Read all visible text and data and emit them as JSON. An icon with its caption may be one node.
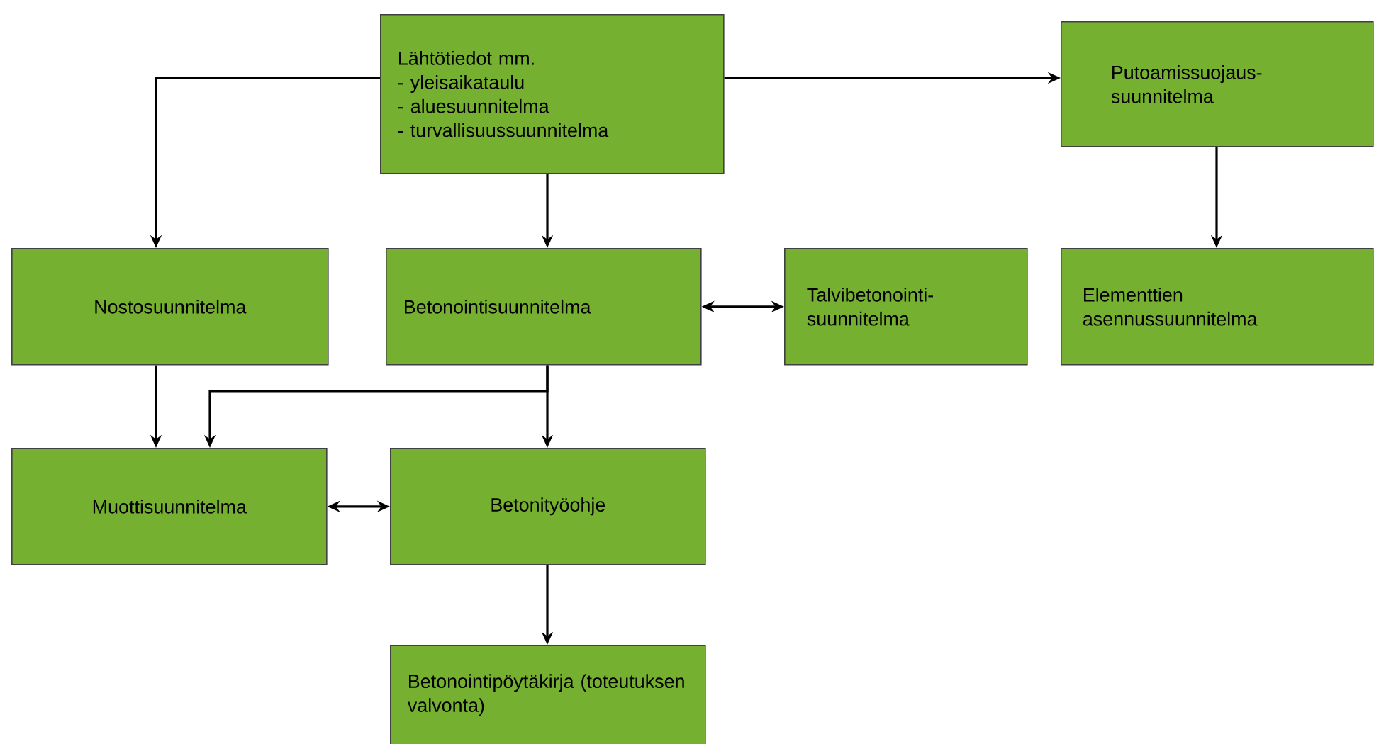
{
  "diagram": {
    "nodes": [
      {
        "text": [
          "Lähtötiedot mm.",
          "- yleisaikataulu",
          "- aluesuunnitelma",
          "- turvallisuussuunnitelma"
        ]
      },
      {
        "text": [
          "Putoamissuojaus-suunnitelma"
        ]
      },
      {
        "text": [
          "Nostosuunnitelma"
        ]
      },
      {
        "text": [
          "Betonointisuunnitelma"
        ]
      },
      {
        "text": [
          "Talvibetonointi-suunnitelma"
        ]
      },
      {
        "text": [
          "Elementtien asennussuunnitelma"
        ]
      },
      {
        "text": [
          "Muottisuunnitelma"
        ]
      },
      {
        "text": [
          "Betonityöohje"
        ]
      },
      {
        "text": [
          "Betonointipöytäkirja (toteutuksen valvonta)"
        ]
      }
    ],
    "edges": [
      {
        "from": 0,
        "to": 2,
        "arrow": "to"
      },
      {
        "from": 0,
        "to": 3,
        "arrow": "to"
      },
      {
        "from": 0,
        "to": 1,
        "arrow": "to"
      },
      {
        "from": 1,
        "to": 5,
        "arrow": "to"
      },
      {
        "from": 3,
        "to": 4,
        "arrow": "both"
      },
      {
        "from": 2,
        "to": 6,
        "arrow": "to"
      },
      {
        "from": 3,
        "to": 6,
        "arrow": "to"
      },
      {
        "from": 3,
        "to": 7,
        "arrow": "to"
      },
      {
        "from": 6,
        "to": 7,
        "arrow": "both"
      },
      {
        "from": 7,
        "to": 8,
        "arrow": "to"
      }
    ]
  }
}
